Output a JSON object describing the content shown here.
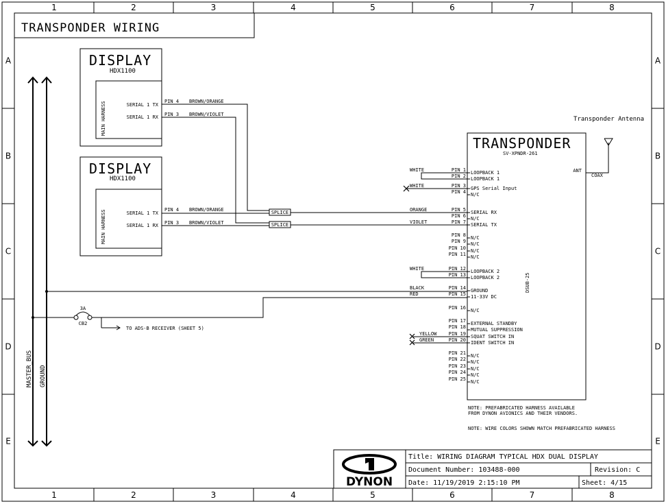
{
  "grid": {
    "cols": [
      "1",
      "2",
      "3",
      "4",
      "5",
      "6",
      "7",
      "8"
    ],
    "rows": [
      "A",
      "B",
      "C",
      "D",
      "E"
    ]
  },
  "sheet_title": "TRANSPONDER WIRING",
  "displays": [
    {
      "title": "DISPLAY",
      "model": "HDX1100",
      "harness": "MAIN HARNESS",
      "pins": [
        {
          "signal": "SERIAL 1 TX",
          "pin": "PIN 4",
          "wire": "BROWN/ORANGE"
        },
        {
          "signal": "SERIAL 1 RX",
          "pin": "PIN 3",
          "wire": "BROWN/VIOLET"
        }
      ]
    },
    {
      "title": "DISPLAY",
      "model": "HDX1100",
      "harness": "MAIN HARNESS",
      "pins": [
        {
          "signal": "SERIAL 1 TX",
          "pin": "PIN 4",
          "wire": "BROWN/ORANGE"
        },
        {
          "signal": "SERIAL 1 RX",
          "pin": "PIN 3",
          "wire": "BROWN/VIOLET"
        }
      ]
    }
  ],
  "splice_label": "SPLICE",
  "bus": {
    "master": "MASTER_BUS",
    "ground": "GROUND"
  },
  "breaker": {
    "rating": "3A",
    "name": "CB2",
    "destination": "TO ADS-B RECEIVER (SHEET 5)"
  },
  "transponder": {
    "title": "TRANSPONDER",
    "model": "SV-XPNDR-261",
    "connector": "DSUB-25",
    "ant_label": "ANT",
    "coax_label": "COAX",
    "antenna_label": "Transponder Antenna",
    "pins": [
      {
        "pin": "PIN 1",
        "func": "LOOPBACK 1",
        "wire": "WHITE"
      },
      {
        "pin": "PIN 2",
        "func": "LOOPBACK 1",
        "wire": ""
      },
      {
        "pin": "PIN 3",
        "func": "GPS Serial Input",
        "wire": "WHITE"
      },
      {
        "pin": "PIN 4",
        "func": "N/C",
        "wire": ""
      },
      {
        "pin": "PIN 5",
        "func": "SERIAL RX",
        "wire": "ORANGE"
      },
      {
        "pin": "PIN 6",
        "func": "N/C",
        "wire": ""
      },
      {
        "pin": "PIN 7",
        "func": "SERIAL TX",
        "wire": "VIOLET"
      },
      {
        "pin": "PIN 8",
        "func": "N/C",
        "wire": ""
      },
      {
        "pin": "PIN 9",
        "func": "N/C",
        "wire": ""
      },
      {
        "pin": "PIN 10",
        "func": "N/C",
        "wire": ""
      },
      {
        "pin": "PIN 11",
        "func": "N/C",
        "wire": ""
      },
      {
        "pin": "PIN 12",
        "func": "LOOPBACK 2",
        "wire": "WHITE"
      },
      {
        "pin": "PIN 13",
        "func": "LOOPBACK 2",
        "wire": ""
      },
      {
        "pin": "PIN 14",
        "func": "GROUND",
        "wire": "BLACK"
      },
      {
        "pin": "PIN 15",
        "func": "11-33V DC",
        "wire": "RED"
      },
      {
        "pin": "PIN 16",
        "func": "N/C",
        "wire": ""
      },
      {
        "pin": "PIN 17",
        "func": "EXTERNAL STANDBY",
        "wire": ""
      },
      {
        "pin": "PIN 18",
        "func": "MUTUAL SUPPRESSION",
        "wire": ""
      },
      {
        "pin": "PIN 19",
        "func": "SQUAT SWITCH IN",
        "wire": "YELLOW"
      },
      {
        "pin": "PIN 20",
        "func": "IDENT SWITCH IN",
        "wire": "GREEN"
      },
      {
        "pin": "PIN 21",
        "func": "N/C",
        "wire": ""
      },
      {
        "pin": "PIN 22",
        "func": "N/C",
        "wire": ""
      },
      {
        "pin": "PIN 23",
        "func": "N/C",
        "wire": ""
      },
      {
        "pin": "PIN 24",
        "func": "N/C",
        "wire": ""
      },
      {
        "pin": "PIN 25",
        "func": "N/C",
        "wire": ""
      }
    ]
  },
  "notes": {
    "harness_line1": "NOTE: PREFABRICATED HARNESS AVAILABLE",
    "harness_line2": "FROM DYNON AVIONICS AND THEIR VENDORS.",
    "colors": "NOTE: WIRE COLORS SHOWN MATCH PREFABRICATED HARNESS"
  },
  "title_block": {
    "logo_text": "DYNON",
    "title": "Title: WIRING DIAGRAM TYPICAL HDX DUAL DISPLAY",
    "doc_number": "Document Number: 103488-000",
    "revision": "Revision: C",
    "date": "Date: 11/19/2019 2:15:10 PM",
    "sheet": "Sheet: 4/15"
  }
}
